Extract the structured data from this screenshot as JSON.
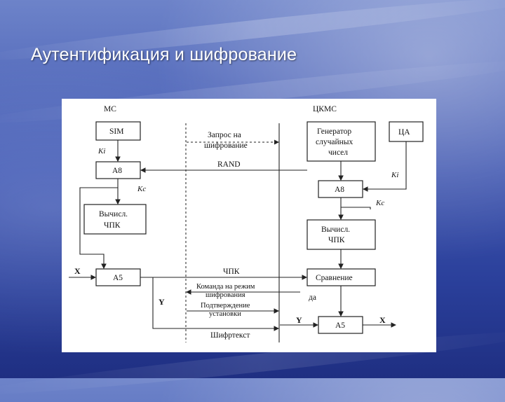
{
  "slide": {
    "title": "Аутентификация и шифрование"
  },
  "diagram": {
    "ms_header": "МС",
    "ckms_header": "ЦКМС",
    "sim": "SIM",
    "a8_left": "А8",
    "calc_left_1": "Вычисл.",
    "calc_left_2": "ЧПК",
    "a5_left": "А5",
    "gen_1": "Генератор",
    "gen_2": "случайных",
    "gen_3": "чисел",
    "ca": "ЦА",
    "a8_right": "А8",
    "calc_right_1": "Вычисл.",
    "calc_right_2": "ЧПК",
    "compare": "Сравнение",
    "a5_right": "А5",
    "ki_left": "Ki",
    "kc_left": "Kc",
    "ki_right": "Ki",
    "kc_right": "Kc",
    "x_left": "X",
    "y_left": "Y",
    "y_right": "Y",
    "x_right": "X",
    "yes": "да",
    "msg_request_1": "Запрос на",
    "msg_request_2": "шифрование",
    "msg_rand": "RAND",
    "msg_chpk": "ЧПК",
    "msg_cmd_1": "Команда на режим",
    "msg_cmd_2": "шифрования",
    "msg_confirm_1": "Подтверждение",
    "msg_confirm_2": "установки",
    "msg_ciphertext": "Шифртекст"
  }
}
